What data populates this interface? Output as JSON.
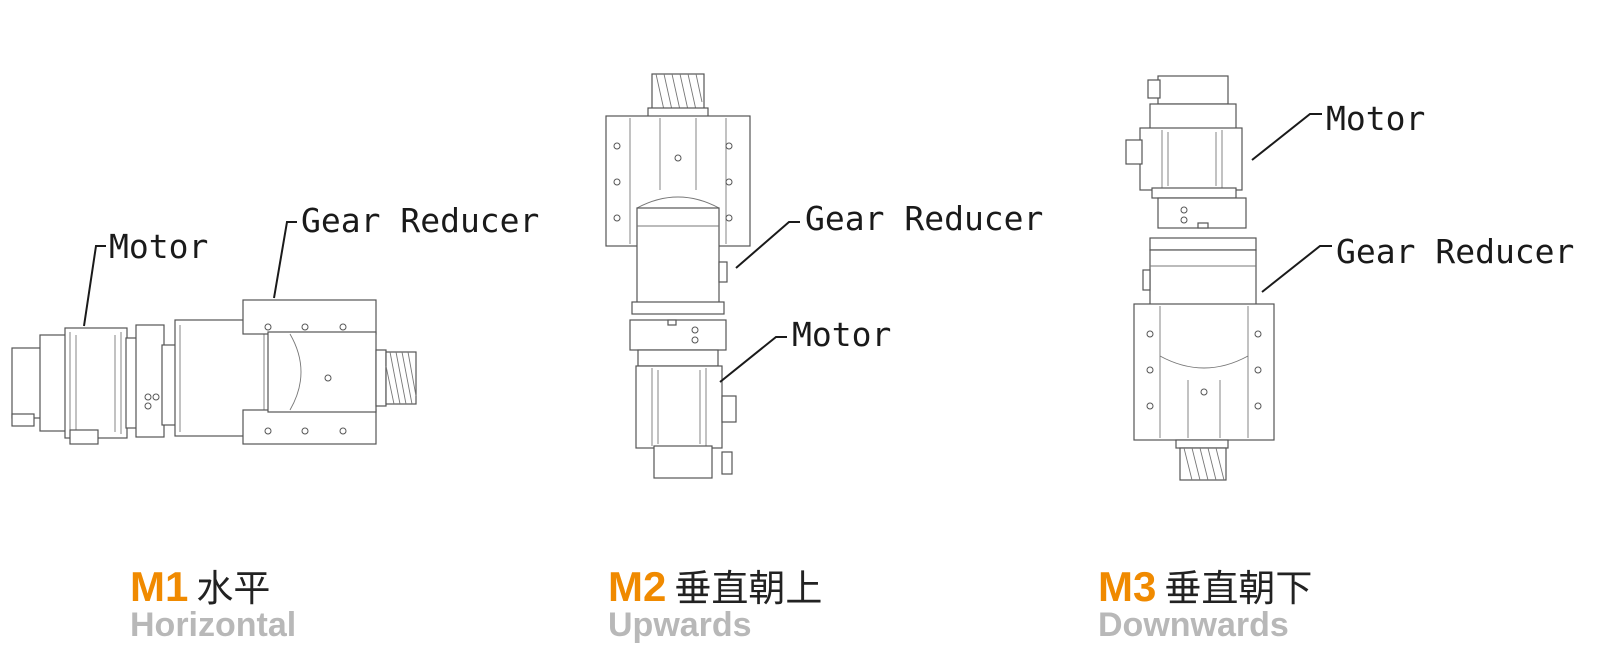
{
  "colors": {
    "accent": "#f08a00",
    "secondary": "#b8b8b8",
    "line": "#555555"
  },
  "panels": [
    {
      "code": "M1",
      "cn": "水平",
      "en": "Horizontal",
      "callouts": [
        "Motor",
        "Gear Reducer"
      ]
    },
    {
      "code": "M2",
      "cn": "垂直朝上",
      "en": "Upwards",
      "callouts": [
        "Gear Reducer",
        "Motor"
      ]
    },
    {
      "code": "M3",
      "cn": "垂直朝下",
      "en": "Downwards",
      "callouts": [
        "Motor",
        "Gear Reducer"
      ]
    }
  ]
}
